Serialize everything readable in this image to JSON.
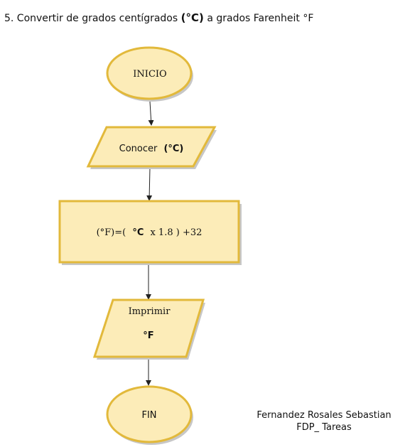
{
  "heading": {
    "prefix": "5. Convertir de grados centígrados",
    "unit_c": "(°C)",
    "suffix": "a grados Farenheit °F"
  },
  "flowchart": {
    "start": "INICIO",
    "input": {
      "label": "Conocer",
      "unit": "(°C)"
    },
    "process": {
      "left": "(°F)=(",
      "unit": "°C",
      "right": "x 1.8 ) +32"
    },
    "output": {
      "label": "Imprimir",
      "value": "°F"
    },
    "end": "FIN"
  },
  "author": {
    "name": "Fernandez Rosales Sebastian",
    "course": "FDP_ Tareas"
  },
  "colors": {
    "fill": "#fcecb8",
    "stroke": "#e2b93b",
    "shadow": "#c7c7c7",
    "arrow": "#222222"
  }
}
